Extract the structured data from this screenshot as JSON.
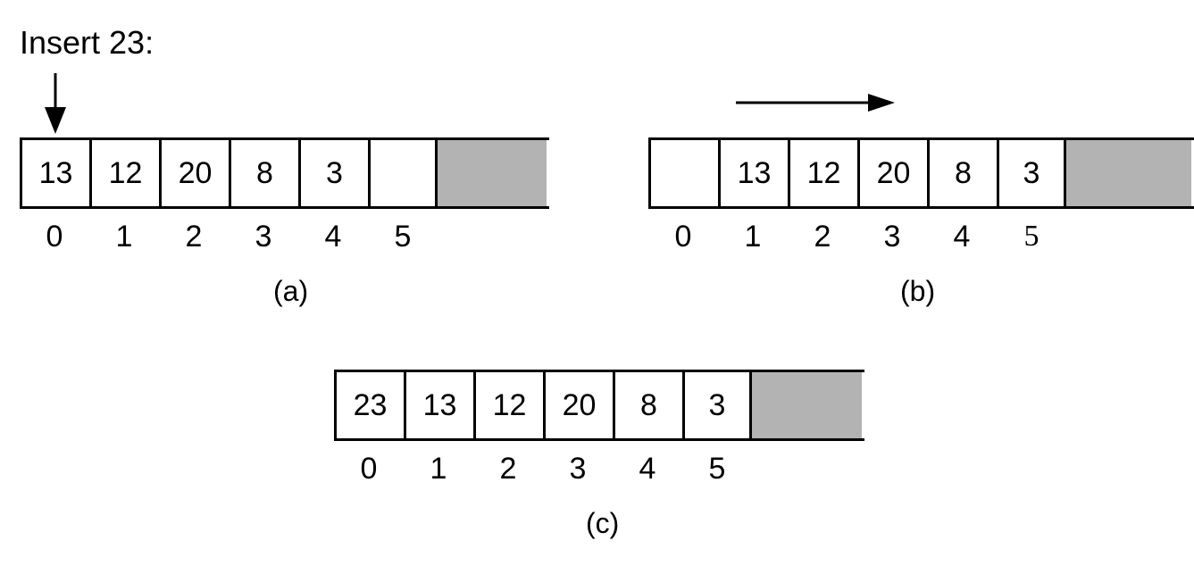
{
  "title": "Insert 23:",
  "panels": [
    {
      "label": "(a)",
      "cells": [
        "13",
        "12",
        "20",
        "8",
        "3",
        ""
      ],
      "indices": [
        "0",
        "1",
        "2",
        "3",
        "4",
        "5"
      ]
    },
    {
      "label": "(b)",
      "cells": [
        "",
        "13",
        "12",
        "20",
        "8",
        "3"
      ],
      "indices": [
        "0",
        "1",
        "2",
        "3",
        "4",
        "5"
      ]
    },
    {
      "label": "(c)",
      "cells": [
        "23",
        "13",
        "12",
        "20",
        "8",
        "3"
      ],
      "indices": [
        "0",
        "1",
        "2",
        "3",
        "4",
        "5"
      ]
    }
  ],
  "colors": {
    "shade": "#b3b3b3",
    "stroke": "#000000"
  }
}
